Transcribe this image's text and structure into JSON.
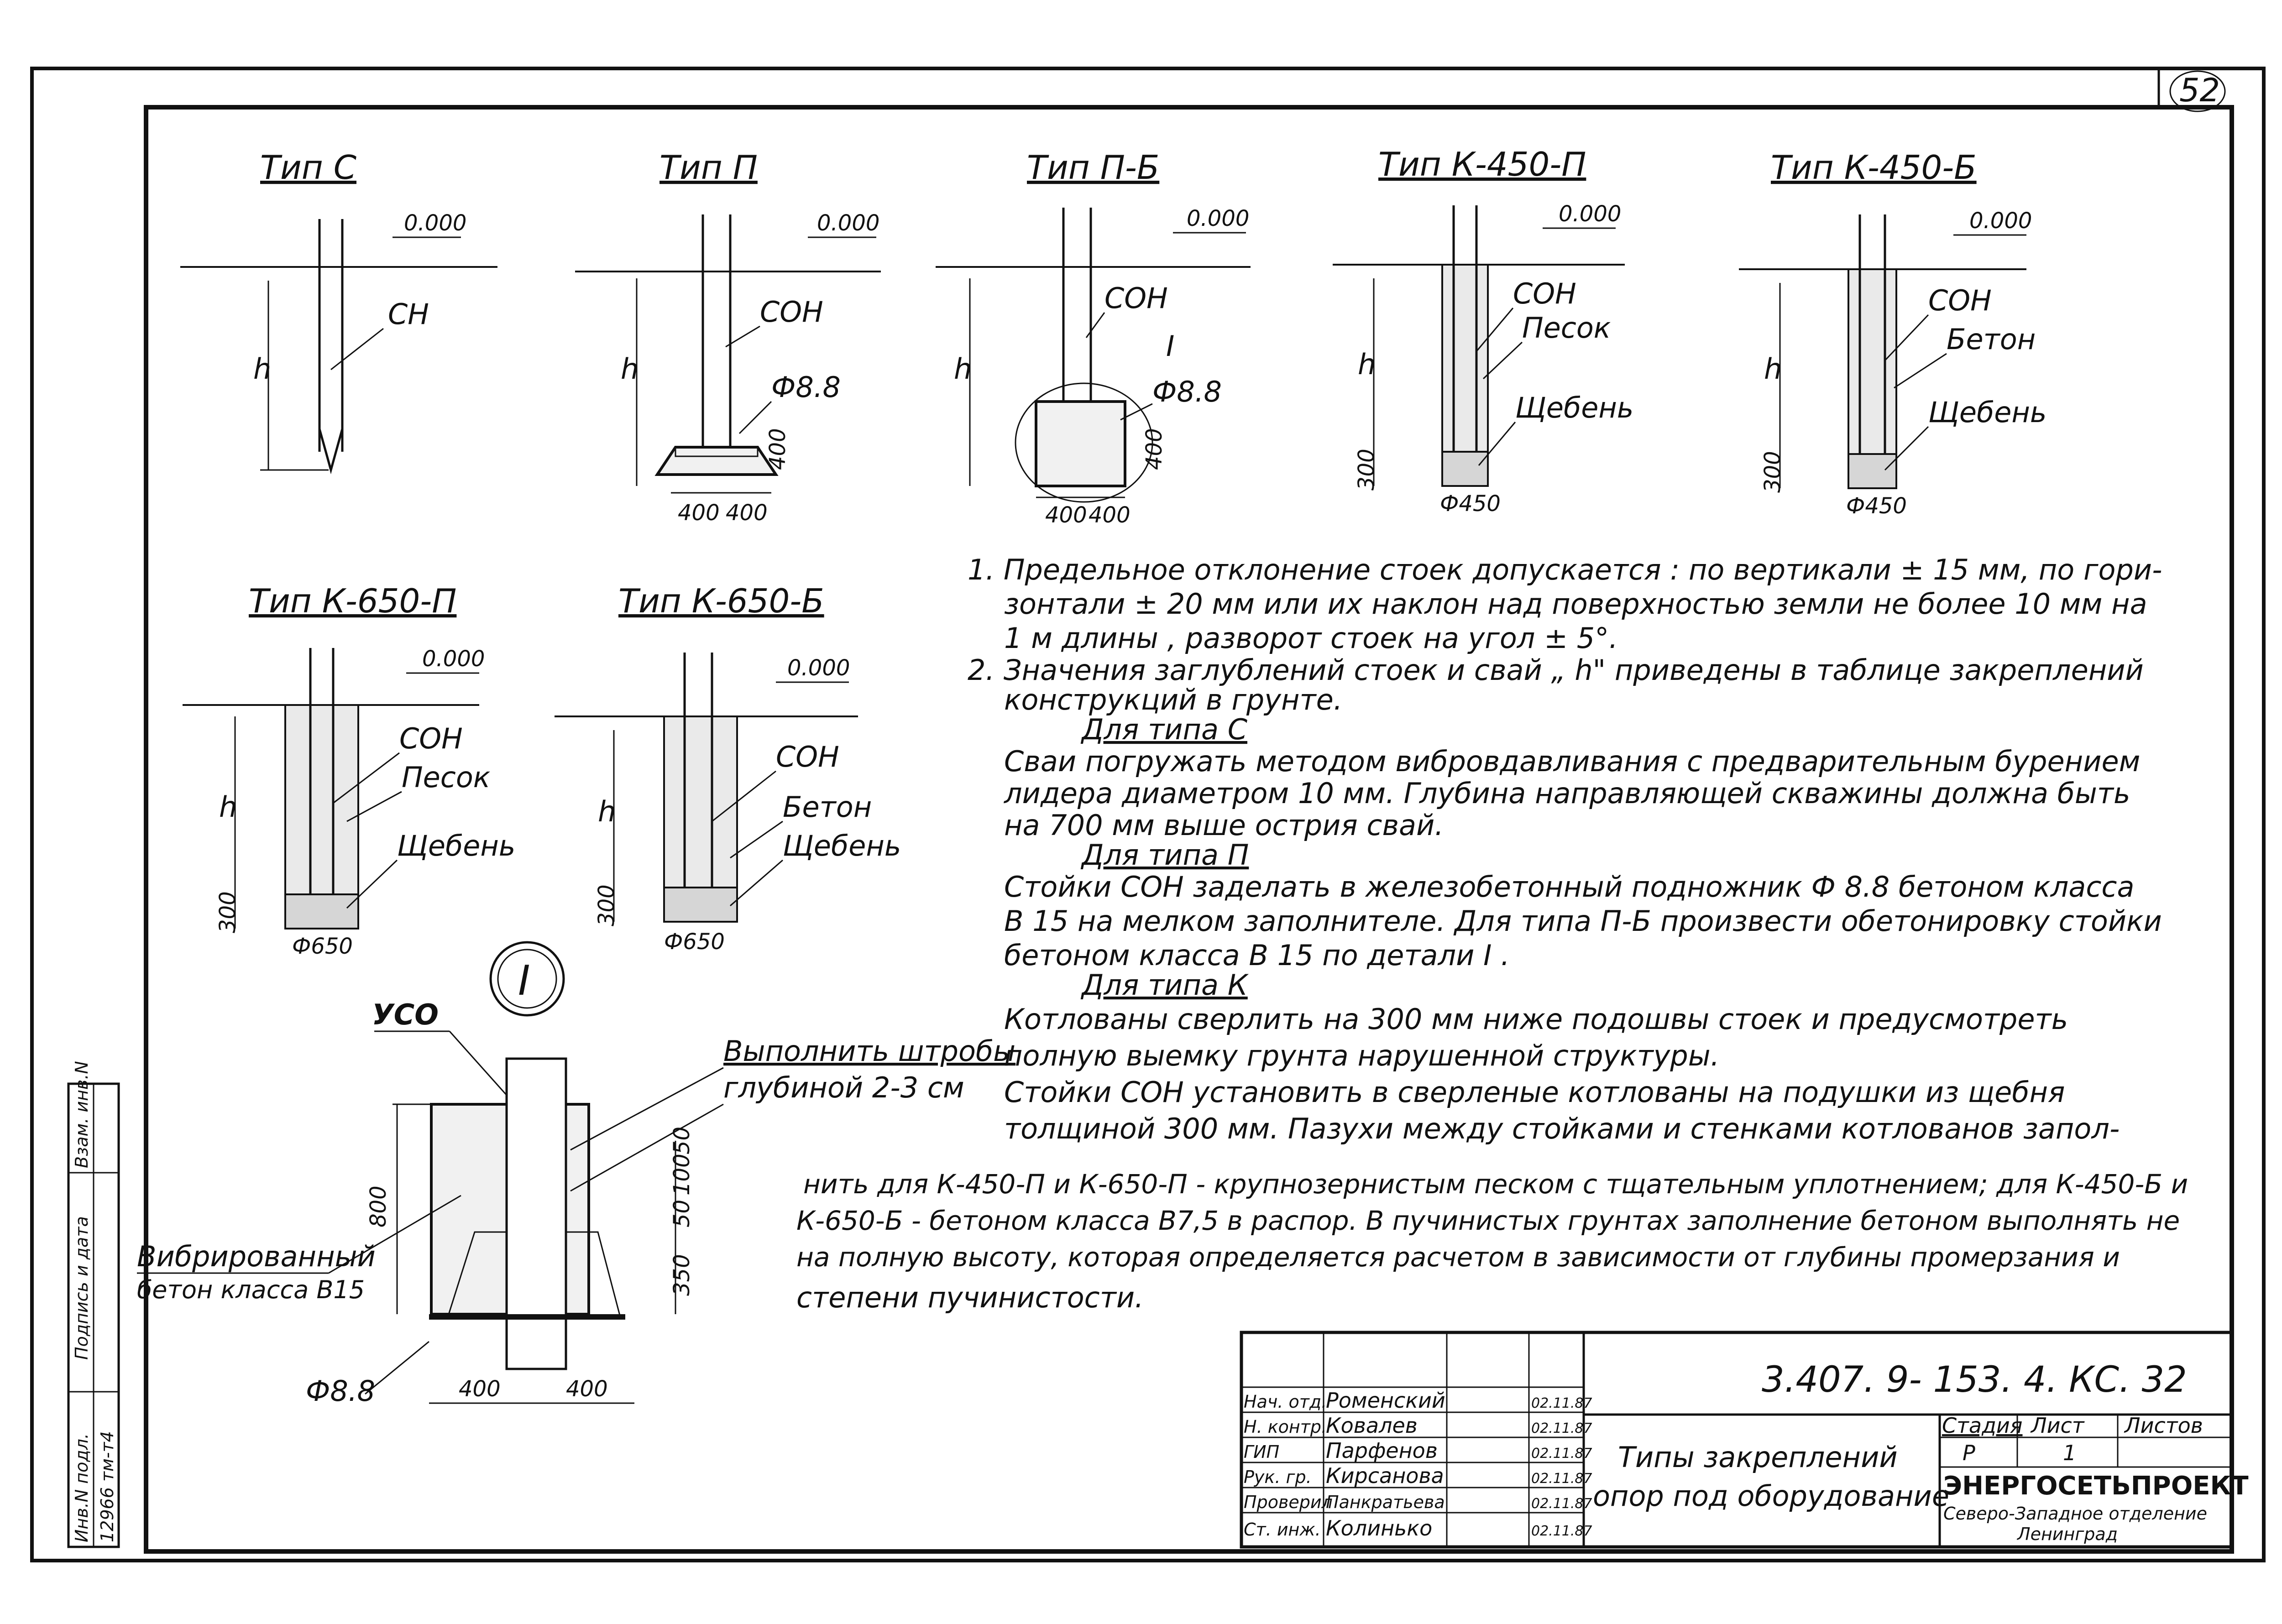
{
  "sheet_number": "52",
  "types": [
    {
      "title": "Тип С",
      "level": "0.000",
      "h": "h",
      "labels": [
        "СН"
      ]
    },
    {
      "title": "Тип П",
      "level": "0.000",
      "h": "h",
      "labels": [
        "СОН",
        "Ф8.8"
      ],
      "dims": [
        "400",
        "400",
        "400"
      ]
    },
    {
      "title": "Тип П-Б",
      "level": "0.000",
      "h": "h",
      "labels": [
        "СОН",
        "I",
        "Ф8.8"
      ],
      "dims": [
        "400",
        "400",
        "400"
      ]
    },
    {
      "title": "Тип К-450-П",
      "level": "0.000",
      "h": "h",
      "labels": [
        "СОН",
        "Песок",
        "Щебень"
      ],
      "dims": [
        "300",
        "Ф450"
      ]
    },
    {
      "title": "Тип К-450-Б",
      "level": "0.000",
      "h": "h",
      "labels": [
        "СОН",
        "Бетон",
        "Щебень"
      ],
      "dims": [
        "300",
        "Ф450"
      ]
    },
    {
      "title": "Тип К-650-П",
      "level": "0.000",
      "h": "h",
      "labels": [
        "СОН",
        "Песок",
        "Щебень"
      ],
      "dims": [
        "300",
        "Ф650"
      ]
    },
    {
      "title": "Тип К-650-Б",
      "level": "0.000",
      "h": "h",
      "labels": [
        "СОН",
        "Бетон",
        "Щебень"
      ],
      "dims": [
        "300",
        "Ф650"
      ]
    }
  ],
  "detail": {
    "mark": "I",
    "uso": "УСО",
    "grooves_1": "Выполнить штробы",
    "grooves_2": "глубиной    2-3 см",
    "concrete_1": "Вибрированный",
    "concrete_2": "бетон класса В15",
    "foot": "Ф8.8",
    "dim_800": "800",
    "dim_350": "350",
    "dim_50a": "50",
    "dim_100": "100",
    "dim_50b": "50",
    "dim_400a": "400",
    "dim_400b": "400"
  },
  "notes": {
    "n1_a": "1.  Предельное  отклонение  стоек  допускается : по  вертикали ± 15 мм,  по  гори-",
    "n1_b": "зонтали ± 20 мм  или  их  наклон  над поверхностью  земли  не  более  10 мм  на",
    "n1_c": "1 м  длины ,  разворот  стоек  на  угол ± 5°.",
    "n2_a": "2.  Значения  заглублений  стоек  и  свай „ h\" приведены в таблице  закреплений",
    "n2_b": "конструкций  в  грунте.",
    "h_c": "Для  типа С",
    "c_1": "Сваи погружать методом вибровдавливания  с  предварительным  бурением",
    "c_2": "лидера  диаметром 10 мм.  Глубина  направляющей  скважины  должна  быть",
    "c_3": "на  700 мм  выше  острия  свай.",
    "h_p": "Для  типа П",
    "p_1": "Стойки СОН заделать  в  железобетонный  подножник  Ф 8.8  бетоном  класса",
    "p_2": "В 15  на  мелком  заполнителе. Для  типа  П-Б  произвести  обетонировку  стойки",
    "p_3": "бетоном  класса  В 15  по  детали  I .",
    "h_k": "Для  типа К",
    "k_1": "Котлованы  сверлить  на  300 мм  ниже  подошвы  стоек  и  предусмотреть",
    "k_2": "полную  выемку  грунта  нарушенной  структуры.",
    "k_3": "Стойки  СОН  установить  в  сверленые  котлованы  на  подушки  из  щебня",
    "k_4": "толщиной  300 мм.  Пазухи  между  стойками  и  стенками  котлованов  запол-",
    "k_5": "нить  для  К-450-П  и  К-650-П - крупнозернистым  песком  с  тщательным  уплотнением;  для  К-450-Б и",
    "k_6": "К-650-Б - бетоном  класса  В7,5  в распор.  В  пучинистых  грунтах  заполнение  бетоном  выполнять  не",
    "k_7": "на  полную  высоту,  которая  определяется  расчетом  в  зависимости  от  глубины  промерзания  и",
    "k_8": "степени  пучинистости."
  },
  "side_stamp": {
    "c1": "Инв.N подл.",
    "c2": "Подпись и дата",
    "c3": "Взам. инв.N",
    "inv": "12966 тм-т4"
  },
  "title_block": {
    "code": "3.407. 9- 153. 4.  КС. 32",
    "name_1": "Типы   закреплений",
    "name_2": "опор  под  оборудование",
    "stage_h": "Стадия",
    "sheet_h": "Лист",
    "sheets_h": "Листов",
    "stage": "Р",
    "sheet": "1",
    "sheets": "",
    "org": "ЭНЕРГОСЕТЬПРОЕКТ",
    "org_sub": "Северо-Западное отделение",
    "city": "Ленинград",
    "rows": [
      {
        "role": "Нач. отд.",
        "name": "Роменский",
        "date": "02.11.87"
      },
      {
        "role": "Н. контр.",
        "name": "Ковалев",
        "date": "02.11.87"
      },
      {
        "role": "ГИП",
        "name": "Парфенов",
        "date": "02.11.87"
      },
      {
        "role": "Рук. гр.",
        "name": "Кирсанова",
        "date": "02.11.87"
      },
      {
        "role": "Проверил",
        "name": "Панкратьева",
        "date": "02.11.87"
      },
      {
        "role": "Ст. инж.",
        "name": "Колинько",
        "date": "02.11.87"
      }
    ]
  }
}
